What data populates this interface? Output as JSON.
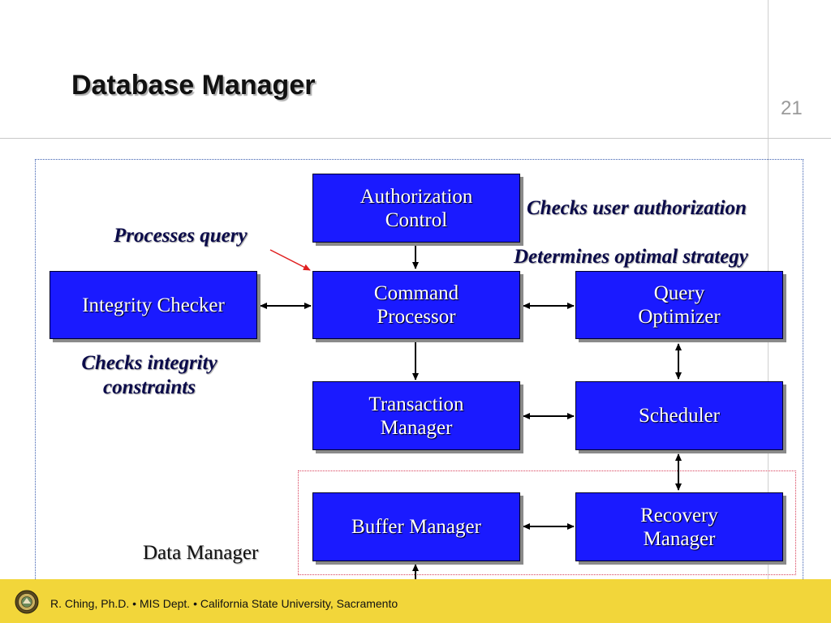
{
  "slide": {
    "title": "Database Manager",
    "page_number": "21"
  },
  "diagram": {
    "boxes": {
      "authorization_control": "Authorization\nControl",
      "integrity_checker": "Integrity Checker",
      "command_processor": "Command\nProcessor",
      "query_optimizer": "Query\nOptimizer",
      "transaction_manager": "Transaction\nManager",
      "scheduler": "Scheduler",
      "buffer_manager": "Buffer Manager",
      "recovery_manager": "Recovery\nManager"
    },
    "annotations": {
      "checks_user_authorization": "Checks user authorization",
      "processes_query": "Processes query",
      "determines_optimal_strategy": "Determines optimal strategy",
      "checks_integrity_constraints": "Checks integrity\nconstraints",
      "data_manager": "Data Manager"
    },
    "colors": {
      "box_fill": "#1a1aff",
      "annotation_text": "#0b0b4a",
      "pointer_arrow": "#e02020",
      "footer_band": "#f2d63a"
    }
  },
  "footer": {
    "credit": "R. Ching, Ph.D. • MIS Dept.  • California State University, Sacramento",
    "logo_icon": "university-seal-icon"
  }
}
